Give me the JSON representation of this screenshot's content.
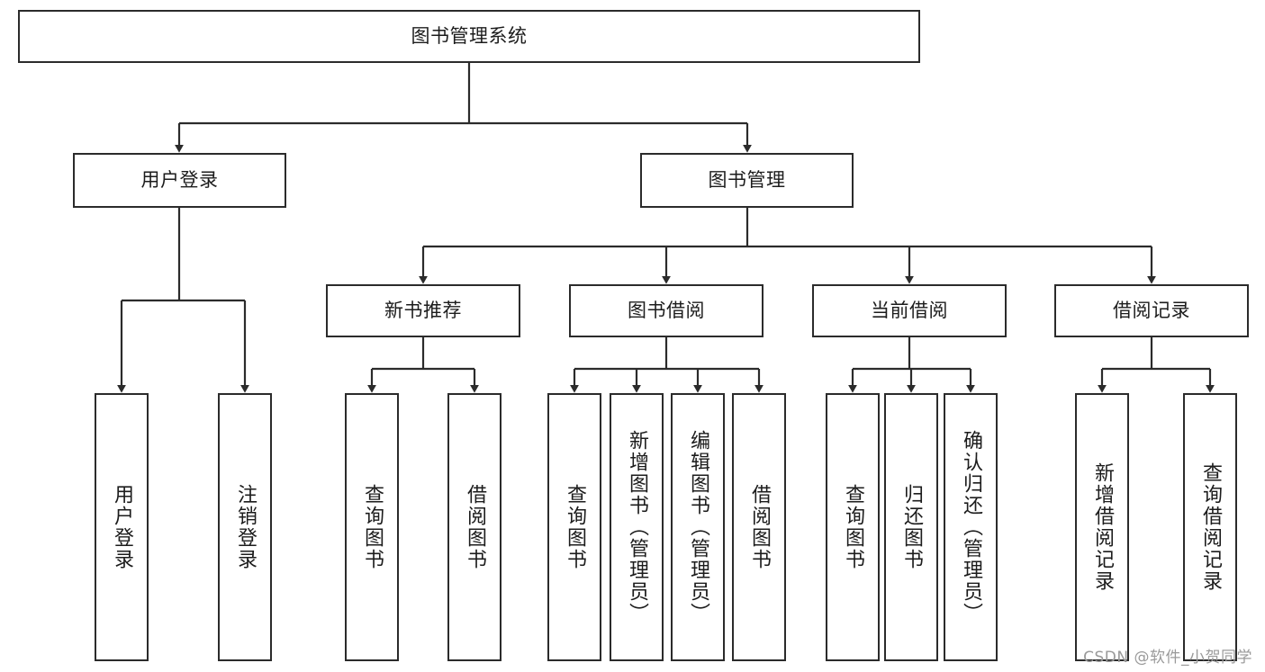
{
  "diagram": {
    "title": "图书管理系统",
    "type": "tree-hierarchy",
    "colors": {
      "box_border": "#2b2b2b",
      "box_fill": "#ffffff",
      "edge": "#2b2b2b",
      "text": "#1c1c1c",
      "watermark": "#9a9a9a",
      "background": "#ffffff"
    }
  },
  "root": {
    "id": "root",
    "label": "图书管理系统"
  },
  "level2": [
    {
      "id": "user-login",
      "label": "用户登录"
    },
    {
      "id": "book-manage",
      "label": "图书管理"
    }
  ],
  "level3": [
    {
      "id": "new-book-rec",
      "label": "新书推荐"
    },
    {
      "id": "book-borrow",
      "label": "图书借阅"
    },
    {
      "id": "current-borrow",
      "label": "当前借阅"
    },
    {
      "id": "borrow-record",
      "label": "借阅记录"
    }
  ],
  "leaves": {
    "user_login": [
      {
        "id": "leaf-user-login",
        "label": "用户登录"
      },
      {
        "id": "leaf-logout-login",
        "label": "注销登录"
      }
    ],
    "new_book_rec": [
      {
        "id": "leaf-query-book-1",
        "label": "查询图书"
      },
      {
        "id": "leaf-borrow-book-1",
        "label": "借阅图书"
      }
    ],
    "book_borrow": [
      {
        "id": "leaf-query-book-2",
        "label": "查询图书"
      },
      {
        "id": "leaf-add-book",
        "label": "新增图书（管理员）"
      },
      {
        "id": "leaf-edit-book",
        "label": "编辑图书（管理员）"
      },
      {
        "id": "leaf-borrow-book-2",
        "label": "借阅图书"
      }
    ],
    "current_borrow": [
      {
        "id": "leaf-query-book-3",
        "label": "查询图书"
      },
      {
        "id": "leaf-return-book",
        "label": "归还图书"
      },
      {
        "id": "leaf-confirm-return",
        "label": "确认归还（管理员）"
      }
    ],
    "borrow_record": [
      {
        "id": "leaf-add-record",
        "label": "新增借阅记录"
      },
      {
        "id": "leaf-query-record",
        "label": "查询借阅记录"
      }
    ]
  },
  "watermark": {
    "text": "CSDN @软件_小贺同学"
  }
}
